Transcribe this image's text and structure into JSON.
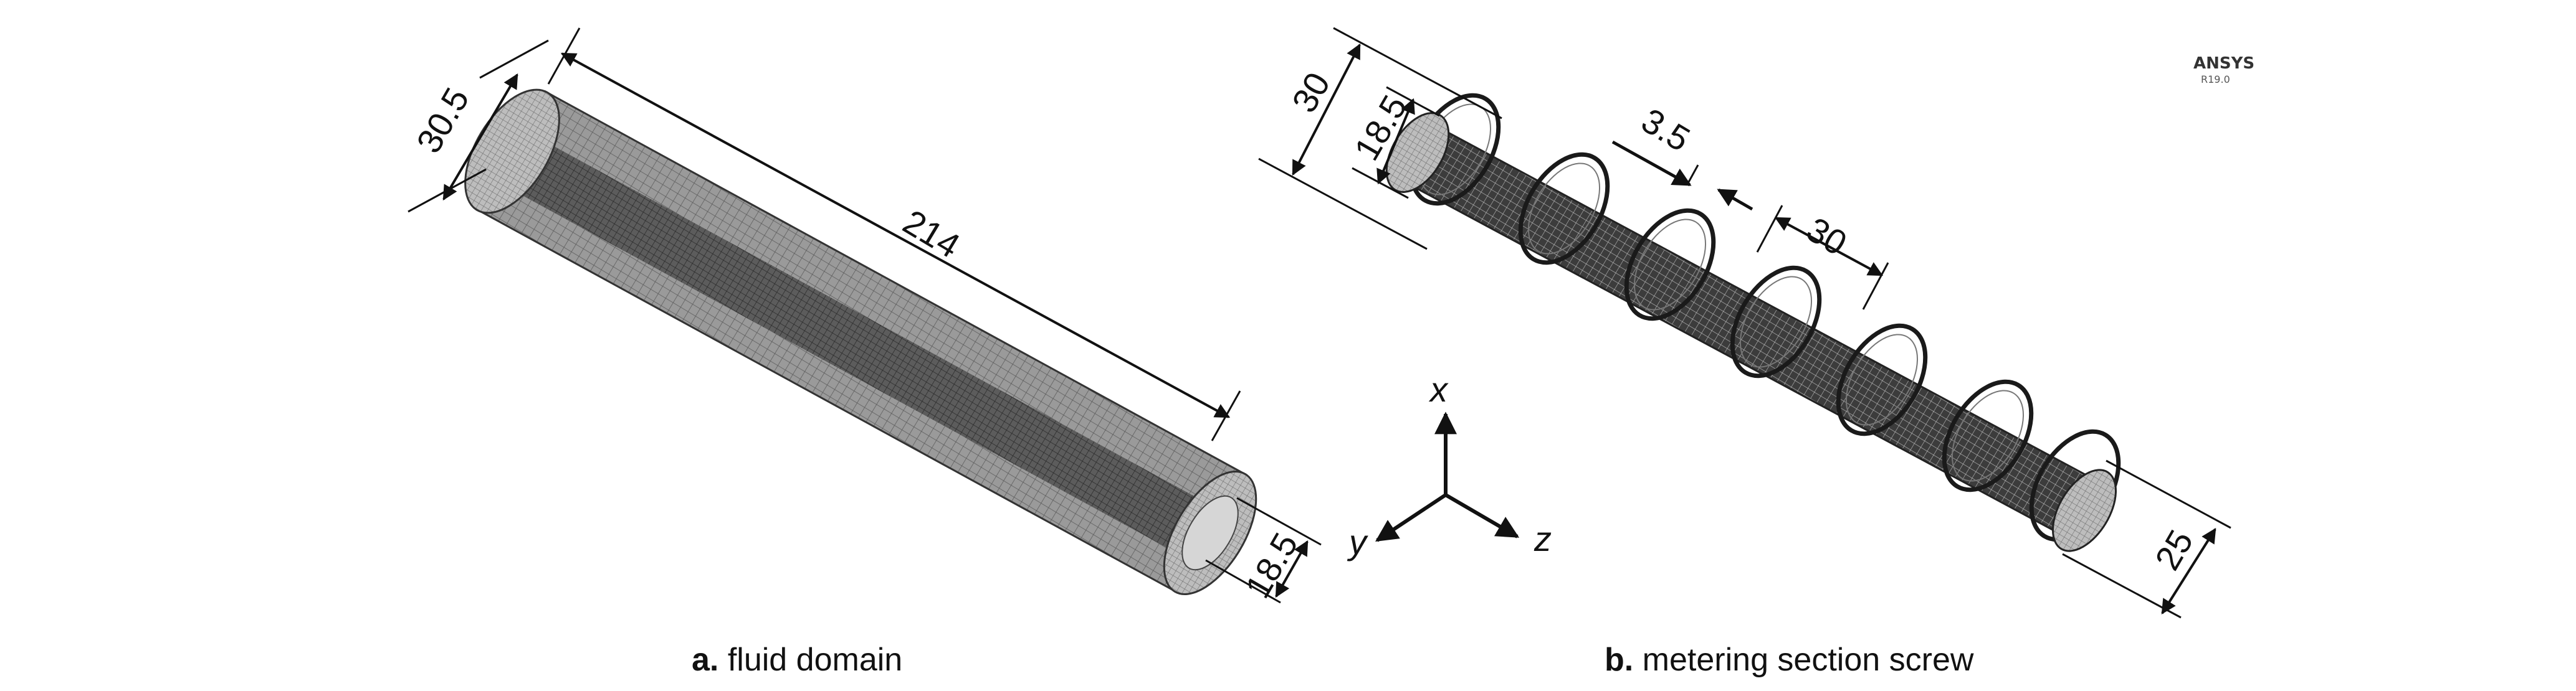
{
  "logo": {
    "brand": "ANSYS",
    "version": "R19.0"
  },
  "panel_a": {
    "caption_letter": "a.",
    "caption_text": "fluid domain",
    "dims": {
      "outer_diameter": "30.5",
      "length": "214",
      "inner_diameter": "18.5"
    }
  },
  "panel_b": {
    "caption_letter": "b.",
    "caption_text": "metering section screw",
    "dims": {
      "outer": "30",
      "inner": "18.5",
      "flight_width": "3.5",
      "pitch": "30",
      "end": "25"
    }
  },
  "axes": {
    "x": "x",
    "y": "y",
    "z": "z"
  }
}
